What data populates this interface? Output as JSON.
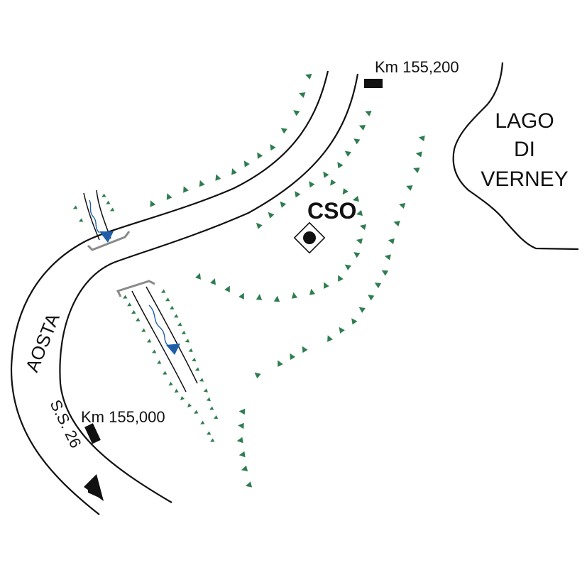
{
  "map": {
    "lake_label_lines": [
      "LAGO",
      "DI",
      "VERNEY"
    ],
    "site_label": "CSO",
    "road_name": "AOSTA",
    "road_code": "S.S. 26",
    "km_markers": [
      "Km 155,200",
      "Km 155,000"
    ],
    "colors": {
      "line": "#111111",
      "slope_ticks": "#2e7d4f",
      "stream": "#1f5fa8",
      "culvert": "#8a8a8a"
    },
    "icons": [
      "site-marker-icon",
      "direction-arrow-icon",
      "flow-arrow-icon",
      "slope-tick-icon",
      "culvert-icon"
    ]
  }
}
